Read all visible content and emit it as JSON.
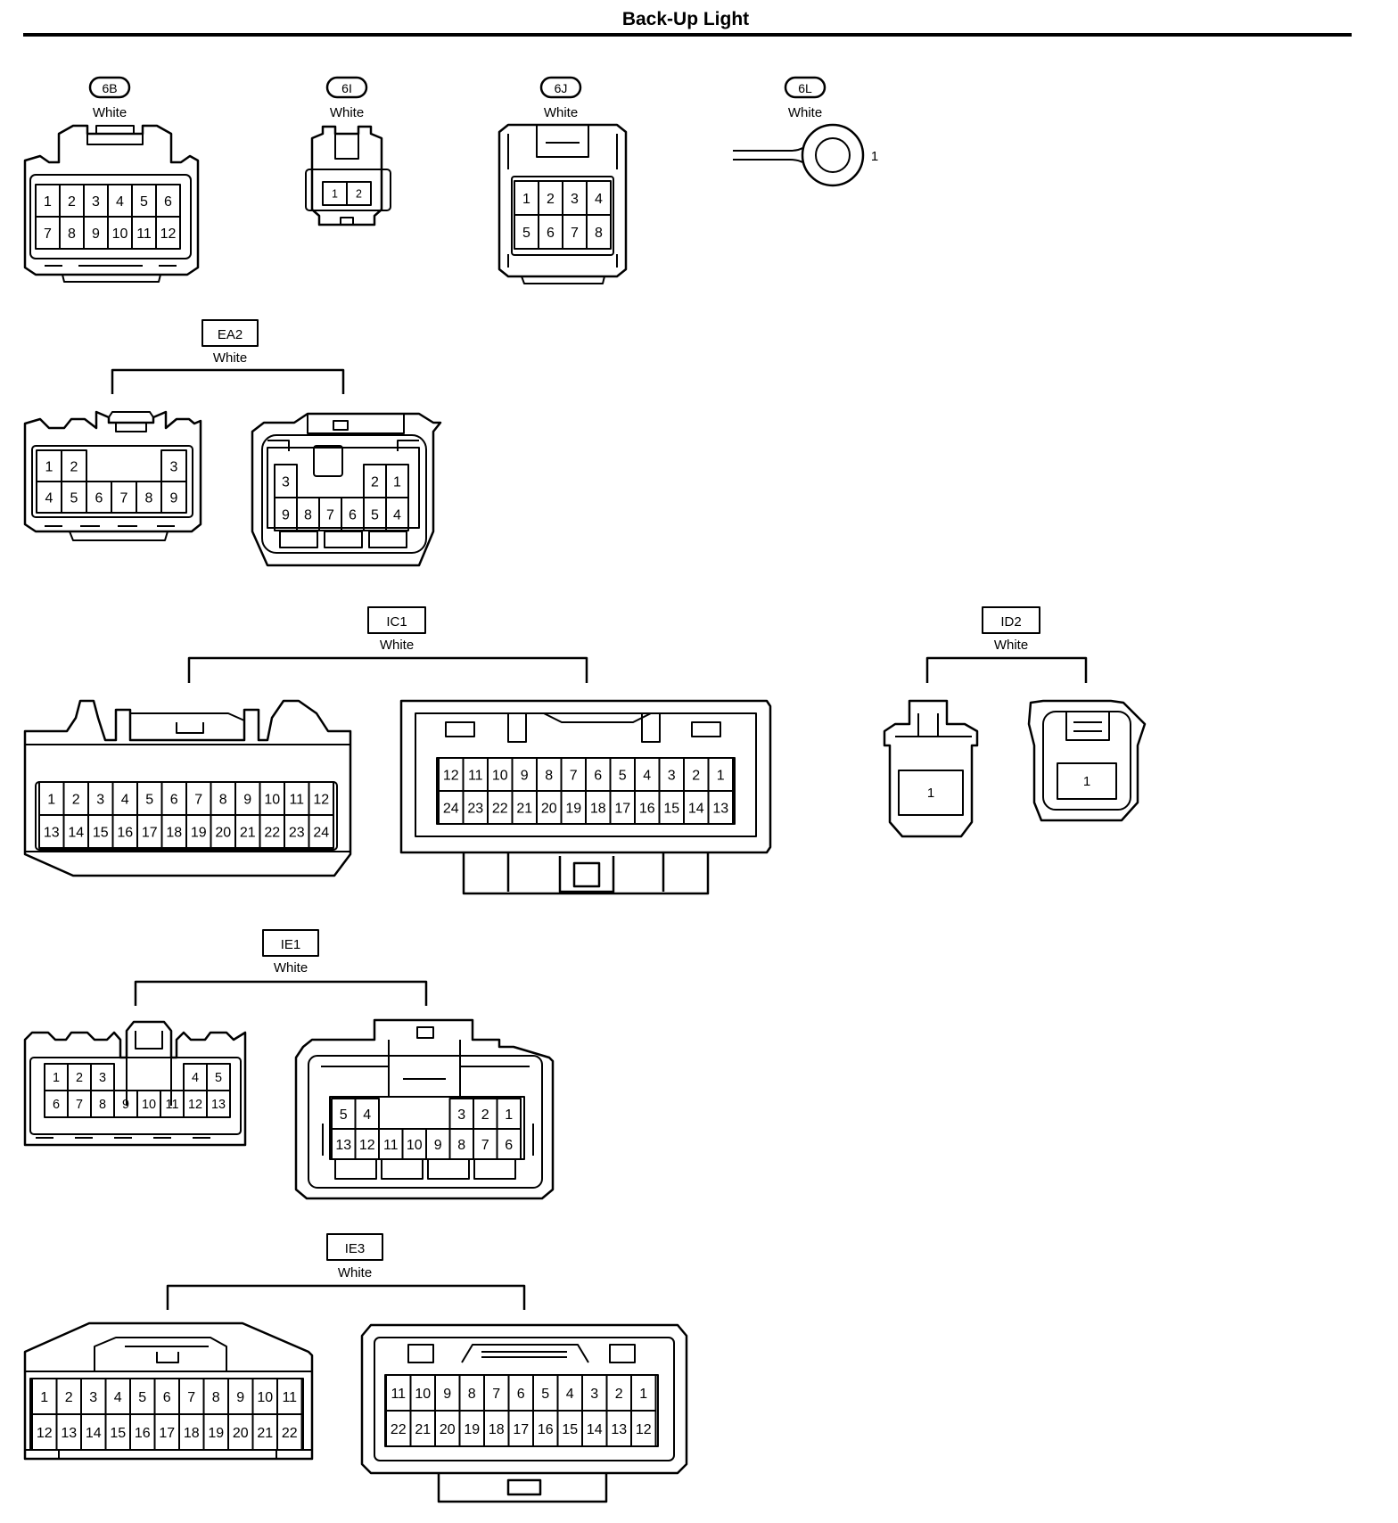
{
  "title": "Back-Up Light",
  "connectors": [
    {
      "id": "6B",
      "color": "White",
      "style": "oval",
      "pins": [
        [
          "1",
          "2",
          "3",
          "4",
          "5",
          "6"
        ],
        [
          "7",
          "8",
          "9",
          "10",
          "11",
          "12"
        ]
      ]
    },
    {
      "id": "6I",
      "color": "White",
      "style": "oval",
      "pins": [
        [
          "1",
          "2"
        ]
      ]
    },
    {
      "id": "6J",
      "color": "White",
      "style": "oval",
      "pins": [
        [
          "1",
          "2",
          "3",
          "4"
        ],
        [
          "5",
          "6",
          "7",
          "8"
        ]
      ]
    },
    {
      "id": "6L",
      "color": "White",
      "style": "oval",
      "pins": [
        [
          "1"
        ]
      ]
    },
    {
      "id": "EA2",
      "color": "White",
      "style": "box",
      "male": [
        [
          "1",
          "2",
          "",
          "",
          "",
          "3"
        ],
        [
          "4",
          "5",
          "6",
          "7",
          "8",
          "9"
        ]
      ],
      "female": [
        [
          "3",
          "",
          "",
          "",
          "2",
          "1"
        ],
        [
          "9",
          "8",
          "7",
          "6",
          "5",
          "4"
        ]
      ]
    },
    {
      "id": "IC1",
      "color": "White",
      "style": "box",
      "male": [
        [
          "1",
          "2",
          "3",
          "4",
          "5",
          "6",
          "7",
          "8",
          "9",
          "10",
          "11",
          "12"
        ],
        [
          "13",
          "14",
          "15",
          "16",
          "17",
          "18",
          "19",
          "20",
          "21",
          "22",
          "23",
          "24"
        ]
      ],
      "female": [
        [
          "12",
          "11",
          "10",
          "9",
          "8",
          "7",
          "6",
          "5",
          "4",
          "3",
          "2",
          "1"
        ],
        [
          "24",
          "23",
          "22",
          "21",
          "20",
          "19",
          "18",
          "17",
          "16",
          "15",
          "14",
          "13"
        ]
      ]
    },
    {
      "id": "ID2",
      "color": "White",
      "style": "box",
      "male": [
        [
          "1"
        ]
      ],
      "female": [
        [
          "1"
        ]
      ]
    },
    {
      "id": "IE1",
      "color": "White",
      "style": "box",
      "male": [
        [
          "1",
          "2",
          "3",
          "",
          "",
          "",
          "4",
          "5"
        ],
        [
          "6",
          "7",
          "8",
          "9",
          "10",
          "11",
          "12",
          "13"
        ]
      ],
      "female": [
        [
          "5",
          "4",
          "",
          "",
          "",
          "3",
          "2",
          "1"
        ],
        [
          "13",
          "12",
          "11",
          "10",
          "9",
          "8",
          "7",
          "6"
        ]
      ]
    },
    {
      "id": "IE3",
      "color": "White",
      "style": "box",
      "male": [
        [
          "1",
          "2",
          "3",
          "4",
          "5",
          "6",
          "7",
          "8",
          "9",
          "10",
          "11"
        ],
        [
          "12",
          "13",
          "14",
          "15",
          "16",
          "17",
          "18",
          "19",
          "20",
          "21",
          "22"
        ]
      ],
      "female": [
        [
          "11",
          "10",
          "9",
          "8",
          "7",
          "6",
          "5",
          "4",
          "3",
          "2",
          "1"
        ],
        [
          "22",
          "21",
          "20",
          "19",
          "18",
          "17",
          "16",
          "15",
          "14",
          "13",
          "12"
        ]
      ]
    }
  ]
}
